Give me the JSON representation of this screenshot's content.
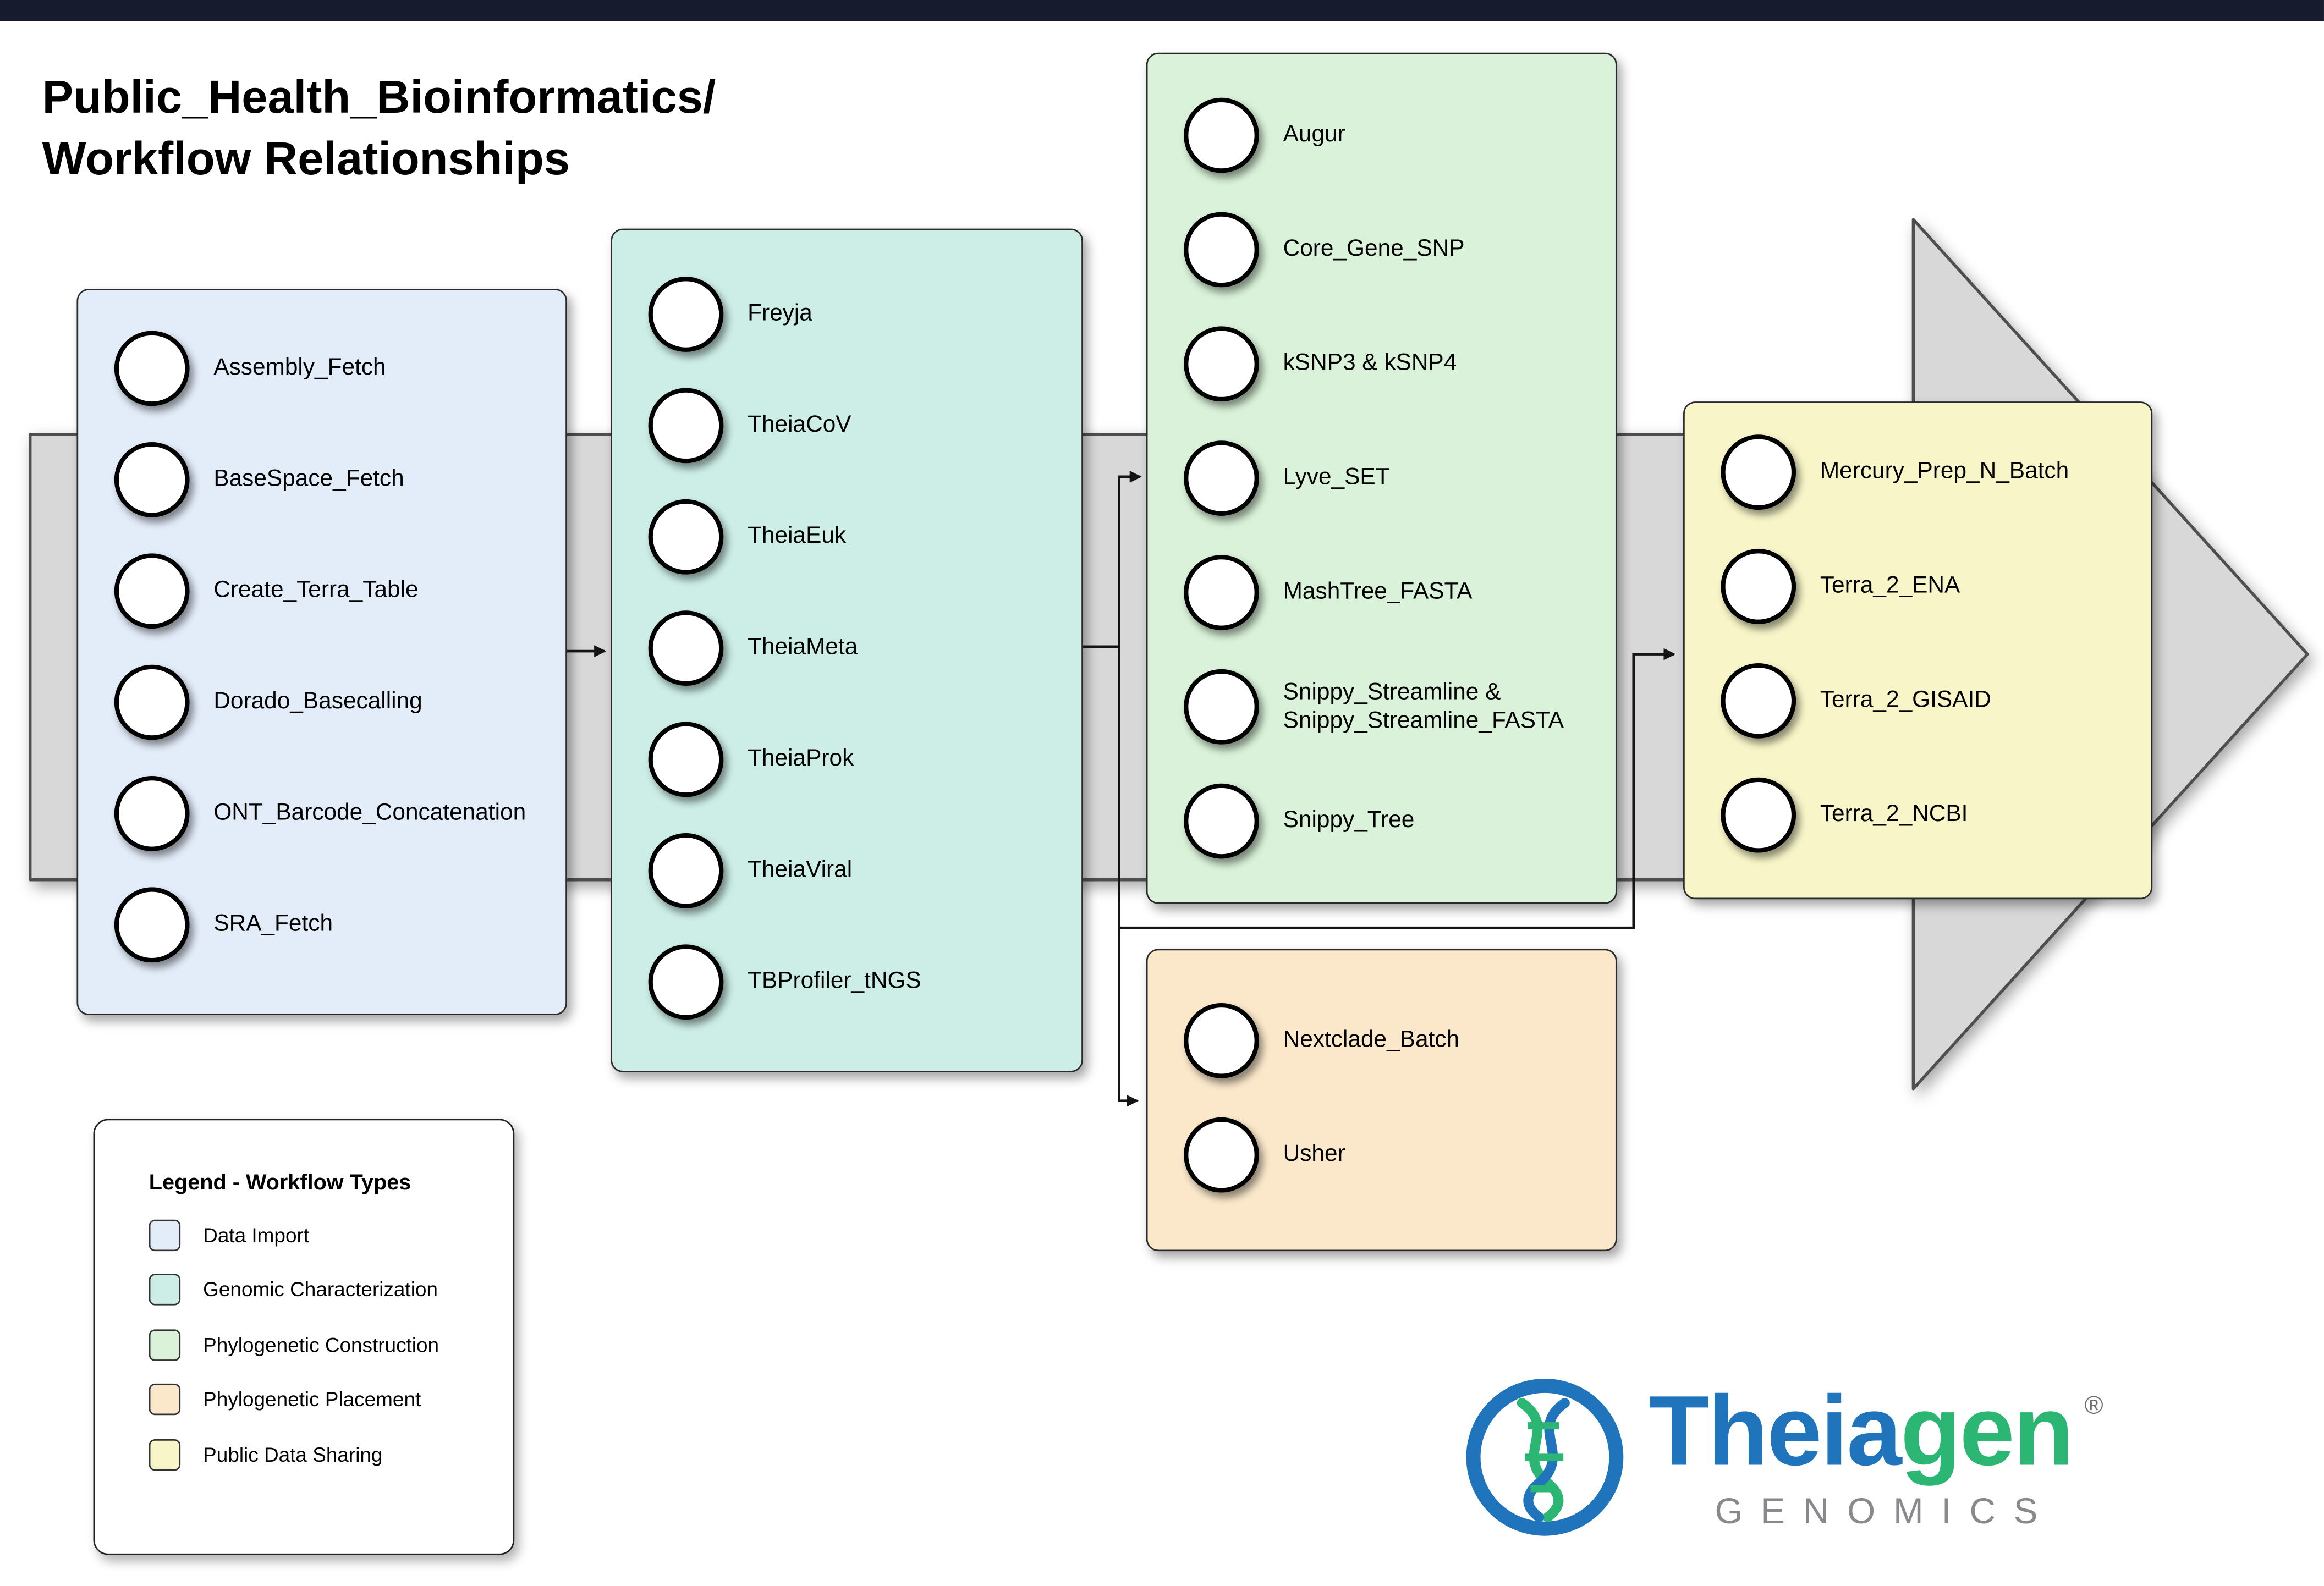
{
  "title": {
    "line1": "Public_Health_Bioinformatics/",
    "line2": "Workflow Relationships"
  },
  "groups": [
    {
      "id": "data-import",
      "type": "Data Import",
      "color": "#e3ecf9",
      "items": [
        "Assembly_Fetch",
        "BaseSpace_Fetch",
        "Create_Terra_Table",
        "Dorado_Basecalling",
        "ONT_Barcode_Concatenation",
        "SRA_Fetch"
      ]
    },
    {
      "id": "genomic-characterization",
      "type": "Genomic Characterization",
      "color": "#cdeee7",
      "items": [
        "Freyja",
        "TheiaCoV",
        "TheiaEuk",
        "TheiaMeta",
        "TheiaProk",
        "TheiaViral",
        "TBProfiler_tNGS"
      ]
    },
    {
      "id": "phylogenetic-construction",
      "type": "Phylogenetic Construction",
      "color": "#d9f2d9",
      "items": [
        "Augur",
        "Core_Gene_SNP",
        "kSNP3 & kSNP4",
        "Lyve_SET",
        "MashTree_FASTA",
        "Snippy_Streamline &\nSnippy_Streamline_FASTA",
        "Snippy_Tree"
      ]
    },
    {
      "id": "phylogenetic-placement",
      "type": "Phylogenetic Placement",
      "color": "#fbe8cb",
      "items": [
        "Nextclade_Batch",
        "Usher"
      ]
    },
    {
      "id": "public-data-sharing",
      "type": "Public Data Sharing",
      "color": "#f8f6c8",
      "items": [
        "Mercury_Prep_N_Batch",
        "Terra_2_ENA",
        "Terra_2_GISAID",
        "Terra_2_NCBI"
      ]
    }
  ],
  "legend": {
    "title": "Legend - Workflow Types",
    "entries": [
      {
        "label": "Data Import",
        "color": "#e3ecf9"
      },
      {
        "label": "Genomic Characterization",
        "color": "#cdeee7"
      },
      {
        "label": "Phylogenetic Construction",
        "color": "#d9f2d9"
      },
      {
        "label": "Phylogenetic Placement",
        "color": "#fbe8cb"
      },
      {
        "label": "Public Data Sharing",
        "color": "#f8f6c8"
      }
    ]
  },
  "logo": {
    "brand_part1": "Theia",
    "brand_part2": "gen",
    "registered": "®",
    "tagline": "GENOMICS",
    "brand_blue": "#1f74bc",
    "brand_green": "#2cb673"
  },
  "colors": {
    "top_bar": "#161b2e",
    "flow_arrow_fill": "#d8d8d8",
    "flow_arrow_stroke": "#4f4f4f"
  }
}
